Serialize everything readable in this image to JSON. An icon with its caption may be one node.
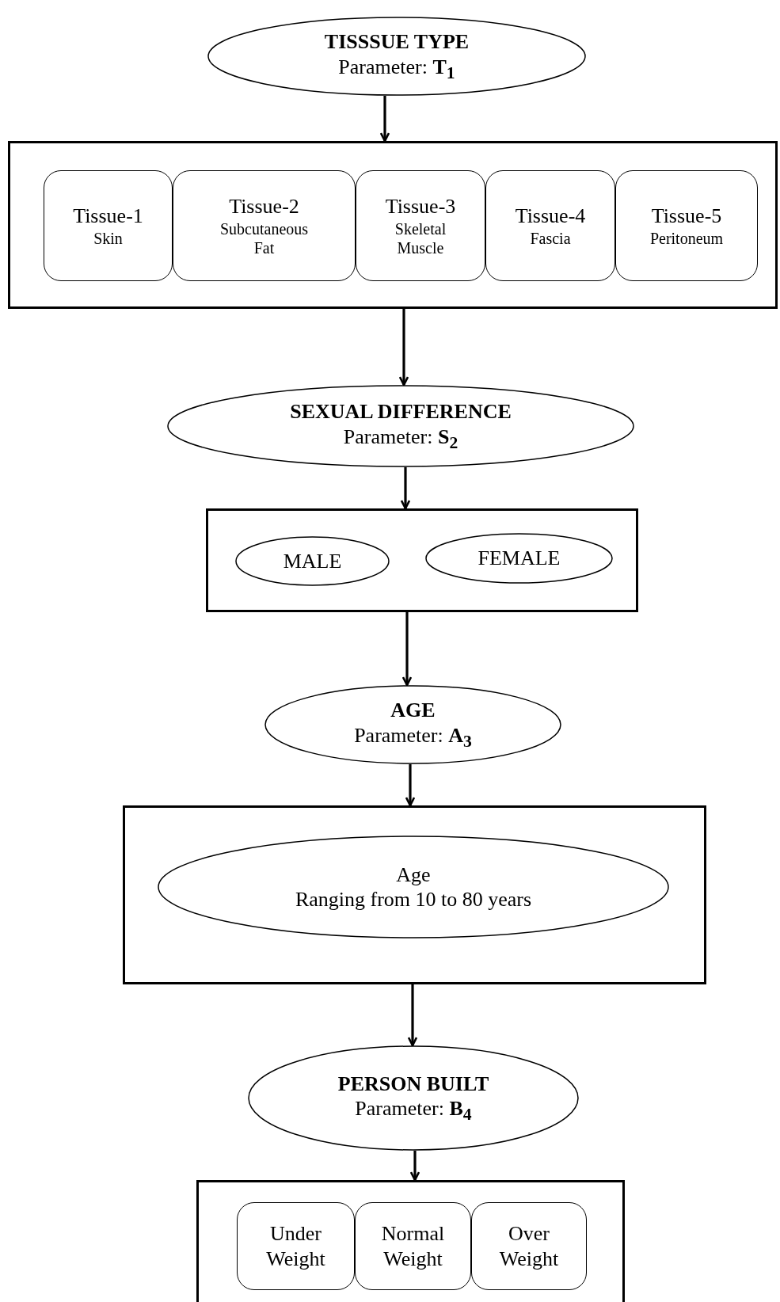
{
  "diagram": {
    "nodes": [
      {
        "text": [
          "TISSSUE TYPE",
          "Parameter: **T$_{1}$**"
        ]
      },
      {
        "text": [],
        "shape": "box"
      },
      {
        "text": [
          "Tissue-1",
          "Skin"
        ],
        "in": 1
      },
      {
        "text": [
          "Tissue-2",
          "Subcutaneous Fat"
        ],
        "in": 1
      },
      {
        "text": [
          "Tissue-3",
          "Skeletal Muscle"
        ],
        "in": 1
      },
      {
        "text": [
          "Tissue-4",
          "Fascia"
        ],
        "in": 1
      },
      {
        "text": [
          "Tissue-5",
          "Peritoneum"
        ],
        "in": 1
      },
      {
        "text": [
          "SEXUAL DIFFERENCE",
          "Parameter: **S$_{2}$**"
        ]
      },
      {
        "text": [],
        "shape": "box"
      },
      {
        "text": [
          "MALE"
        ],
        "in": 8
      },
      {
        "text": [
          "FEMALE"
        ],
        "in": 8
      },
      {
        "text": [
          "AGE",
          "Parameter: **A$_{3}$**"
        ]
      },
      {
        "text": [],
        "shape": "box"
      },
      {
        "text": [
          "Age",
          "Ranging from 10 to 80 years"
        ],
        "in": 12
      },
      {
        "text": [
          "PERSON BUILT",
          "Parameter: **B$_{4}$**"
        ]
      },
      {
        "text": [],
        "shape": "box"
      },
      {
        "text": [
          "Under Weight"
        ],
        "in": 15
      },
      {
        "text": [
          "Normal Weight"
        ],
        "in": 15
      },
      {
        "text": [
          "Over Weight"
        ],
        "in": 15
      }
    ],
    "edges": [
      {
        "from": 0,
        "to": 1,
        "arrow": "to"
      },
      {
        "from": 1,
        "to": 7,
        "arrow": "to"
      },
      {
        "from": 7,
        "to": 8,
        "arrow": "to"
      },
      {
        "from": 8,
        "to": 11,
        "arrow": "to"
      },
      {
        "from": 11,
        "to": 12,
        "arrow": "to"
      },
      {
        "from": 12,
        "to": 14,
        "arrow": "to"
      },
      {
        "from": 14,
        "to": 15,
        "arrow": "to"
      }
    ]
  }
}
